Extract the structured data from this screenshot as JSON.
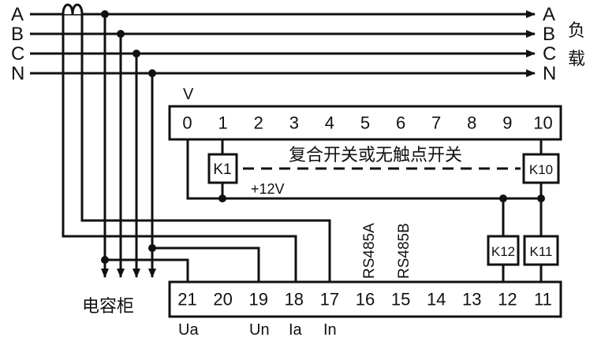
{
  "phases": {
    "left": [
      "A",
      "B",
      "C",
      "N"
    ],
    "right": [
      "A",
      "B",
      "C",
      "N"
    ]
  },
  "load_label": "负载",
  "load_chars": [
    "负",
    "载"
  ],
  "top_terminals": [
    "0",
    "1",
    "2",
    "3",
    "4",
    "5",
    "6",
    "7",
    "8",
    "9",
    "10"
  ],
  "bottom_terminals": [
    "21",
    "20",
    "19",
    "18",
    "17",
    "16",
    "15",
    "14",
    "13",
    "12",
    "11"
  ],
  "voltage_label": "V",
  "relays": {
    "k1": "K1",
    "k10": "K10",
    "k11": "K11",
    "k12": "K12"
  },
  "switch_label": "复合开关或无触点开关",
  "supply_label": "+12V",
  "rs485": [
    "RS485A",
    "RS485B"
  ],
  "capacitor_cabinet": "电容柜",
  "bottom_labels": {
    "ua": "Ua",
    "un": "Un",
    "ia": "Ia",
    "in": "In"
  },
  "colors": {
    "line": "#111111",
    "background": "#ffffff"
  }
}
